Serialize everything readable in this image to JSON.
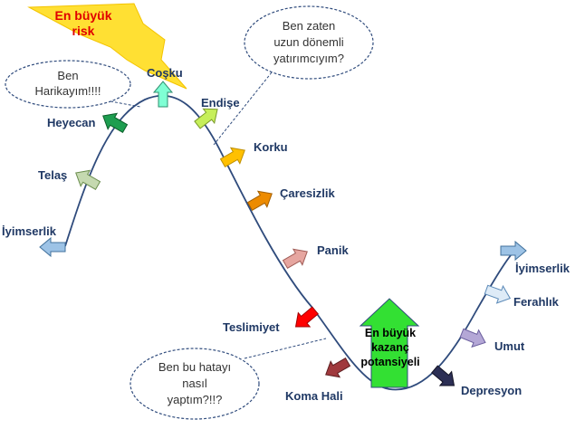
{
  "colors": {
    "curve": "#2f4b7c",
    "label": "#1f3864",
    "bolt": "#ffe033",
    "risk_text": "#e00000",
    "potential_arrow": "#33e033",
    "bubble_border": "#2f4b7c"
  },
  "risk": {
    "line1": "En büyük",
    "line2": "risk"
  },
  "potential": {
    "line1": "En büyük",
    "line2": "kazanç",
    "line3": "potansiyeli"
  },
  "bubbles": {
    "great": {
      "line1": "Ben",
      "line2": "Harikayım!!!!"
    },
    "long_term": {
      "line1": "Ben zaten",
      "line2": "uzun dönemli",
      "line3": "yatırımcıyım?"
    },
    "mistake": {
      "line1": "Ben bu hatayı",
      "line2": "nasıl",
      "line3": "yaptım?!!?"
    }
  },
  "stages": {
    "optimism_start": "İyimserlik",
    "haste": "Telaş",
    "excitement": "Heyecan",
    "thrill": "Coşku",
    "anxiety": "Endişe",
    "fear": "Korku",
    "desperation": "Çaresizlik",
    "panic": "Panik",
    "capitulation": "Teslimiyet",
    "coma": "Koma Hali",
    "depression": "Depresyon",
    "hope": "Umut",
    "relief": "Ferahlık",
    "optimism_end": "İyimserlik"
  }
}
